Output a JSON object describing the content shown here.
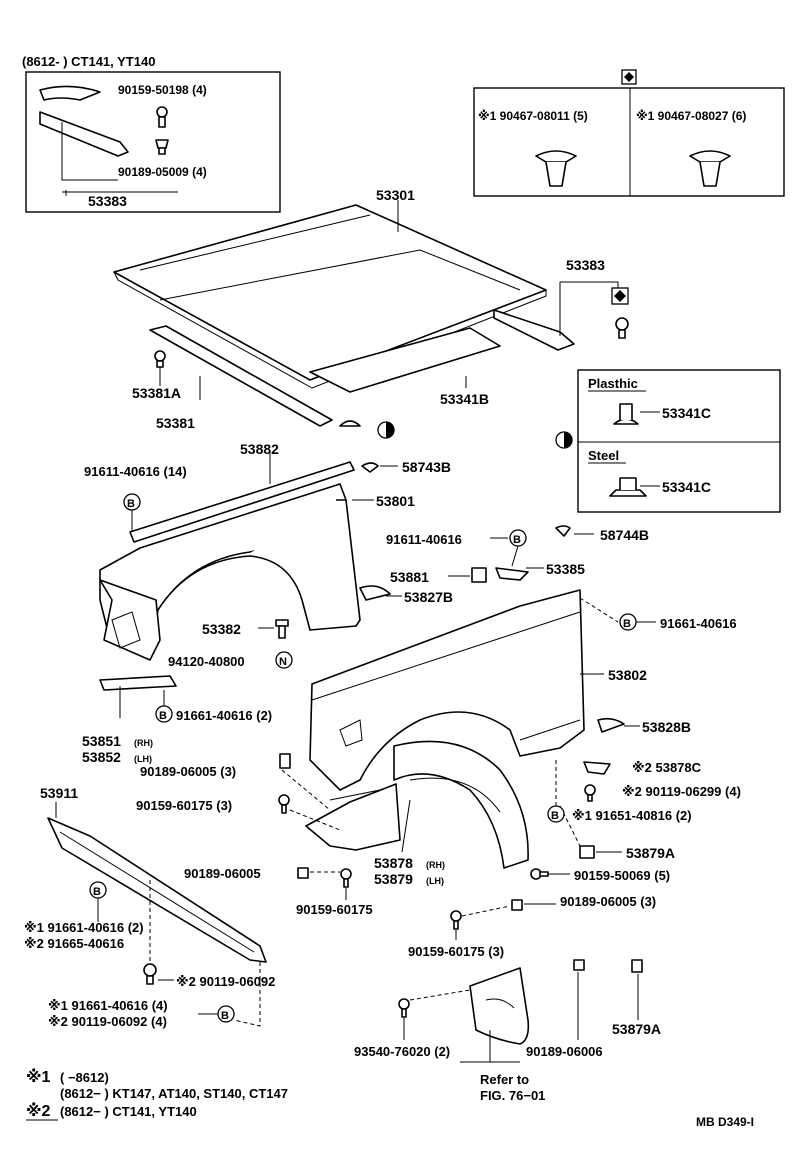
{
  "inset_top_left": {
    "header": "(8612-        ) CT141, YT140",
    "p1": "90159-50198 (4)",
    "p2": "90189-05009 (4)",
    "p3": "53383"
  },
  "clip_box": {
    "p1": "※1 90467-08011 (5)",
    "p2": "※1 90467-08027 (6)"
  },
  "callouts": {
    "c53301": "53301",
    "c53383": "53383",
    "c53381A": "53381A",
    "c53381": "53381",
    "c53341B": "53341B",
    "c53882": "53882",
    "c91611_14": "91611-40616 (14)",
    "c58743B": "58743B",
    "c53801": "53801",
    "c91611": "91611-40616",
    "c58744B": "58744B",
    "c53881": "53881",
    "c53385": "53385",
    "c53827B": "53827B",
    "c91661_r": "91661-40616",
    "c53382": "53382",
    "c94120": "94120-40800",
    "c53802": "53802",
    "c53851": "53851",
    "c53851_rh": "(RH)",
    "c53852": "53852",
    "c53852_lh": "(LH)",
    "c91661_2": "91661-40616 (2)",
    "c53828B": "53828B",
    "c90189_3a": "90189-06005 (3)",
    "c53878C": "※2 53878C",
    "c90119_4": "※2 90119-06299 (4)",
    "c90159_3a": "90159-60175 (3)",
    "c91651": "※1 91651-40816 (2)",
    "c53911": "53911",
    "c53879A_1": "53879A",
    "c53878": "53878",
    "c53878_rh": "(RH)",
    "c53879": "53879",
    "c53879_lh": "(LH)",
    "c90189_a": "90189-06005",
    "c90159_5": "90159-50069 (5)",
    "c90159_b": "90159-60175",
    "c90189_3b": "90189-06005 (3)",
    "c91661_2b": "※1 91661-40616 (2)",
    "c91665": "※2 91665-40616",
    "c90159_3b": "90159-60175 (3)",
    "c90119_06092": "※2 90119-06092",
    "c91661_4": "※1 91661-40616 (4)",
    "c90119_4b": "※2 90119-06092 (4)",
    "c93540": "93540-76020 (2)",
    "c90189_06006": "90189-06006",
    "c53879A_2": "53879A",
    "refer1": "Refer to",
    "refer2": "FIG. 76−01"
  },
  "material_box": {
    "plastic_label": "Plasthic",
    "plastic_part": "53341C",
    "steel_label": "Steel",
    "steel_part": "53341C"
  },
  "badges": {
    "b": "B",
    "n": "N"
  },
  "footnotes": {
    "n1_mark": "※1",
    "n1_text": "(        −8612)",
    "n1b_text": "(8612−        ) KT147, AT140, ST140, CT147",
    "n2_mark": "※2",
    "n2_text": "(8612−        ) CT141, YT140"
  },
  "figure_code": "MB D349-I"
}
